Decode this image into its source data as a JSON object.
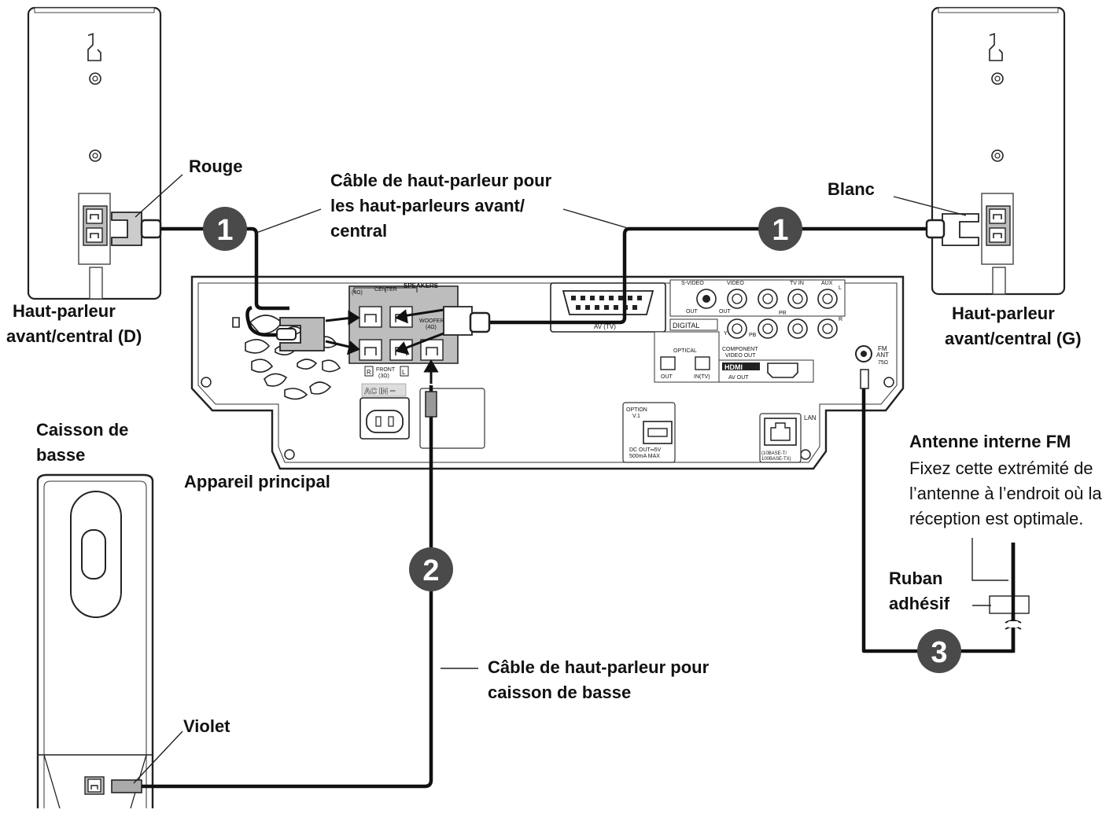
{
  "labels": {
    "rouge": "Rouge",
    "blanc": "Blanc",
    "violet": "Violet",
    "cable_front": [
      "Câble de haut-parleur pour",
      "les haut-parleurs avant/",
      "central"
    ],
    "cable_sub": [
      "Câble de haut-parleur pour",
      "caisson de basse"
    ],
    "speaker_right": [
      "Haut-parleur",
      "avant/central (D)"
    ],
    "speaker_left": [
      "Haut-parleur",
      "avant/central (G)"
    ],
    "subwoofer": [
      "Caisson de",
      "basse"
    ],
    "main_unit": "Appareil principal",
    "antenna_title": "Antenne interne FM",
    "antenna_desc": [
      "Fixez cette extrémité de",
      "l’antenne à l’endroit où la",
      "réception est optimale."
    ],
    "tape": [
      "Ruban",
      "adhésif"
    ]
  },
  "steps": [
    "1",
    "1",
    "2",
    "3"
  ],
  "panel": {
    "speakers": "SPEAKERS",
    "center": "CENTER",
    "center_ohm": "(4Ω)",
    "woofer": "WOOFER",
    "woofer_ohm": "(4Ω)",
    "front": "FRONT",
    "front_ohm": "(3Ω)",
    "r": "R",
    "l": "L",
    "ac_in": "AC IN ~",
    "av": "AV   (TV)",
    "s_video": "S-VIDEO",
    "video": "VIDEO",
    "tv_in": "TV IN",
    "aux": "AUX",
    "out1": "OUT",
    "out2": "OUT",
    "digital": "DIGITAL",
    "optical": "OPTICAL",
    "opt_out": "OUT",
    "opt_in": "IN(TV)",
    "component": "COMPONENT",
    "video_out": "VIDEO OUT",
    "hdmi": "HDMI",
    "av_out": "AV OUT",
    "option": "OPTION",
    "v1": "V.1",
    "dc_out": "DC OUT═5V",
    "dc_ma": "500mA MAX",
    "lan": "LAN",
    "lan_spec1": "(10BASE-T/",
    "lan_spec2": "100BASE-TX)",
    "fm": "FM",
    "ant": "ANT",
    "fm_ohm": "75Ω",
    "y": "Y",
    "pb": "PB",
    "pr": "PR",
    "aux_r": "R",
    "aux_l": "L"
  }
}
